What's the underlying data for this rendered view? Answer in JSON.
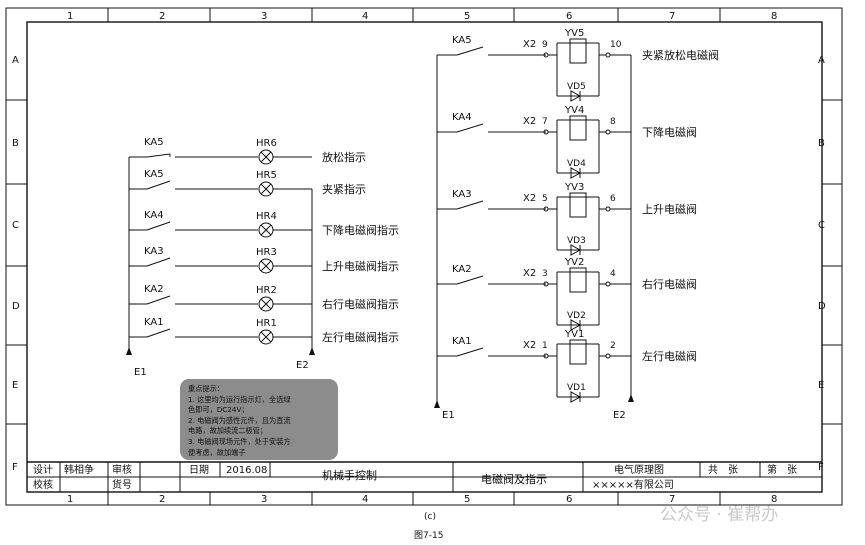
{
  "border": {
    "cols": [
      "1",
      "2",
      "3",
      "4",
      "5",
      "6",
      "7",
      "8"
    ],
    "rows": [
      "A",
      "B",
      "C",
      "D",
      "E",
      "F"
    ]
  },
  "left_circuit": {
    "rail_left": "E1",
    "rail_right": "E2",
    "rungs": [
      {
        "contact": "KA5",
        "lamp": "HR6",
        "label": "放松指示"
      },
      {
        "contact": "KA5",
        "lamp": "HR5",
        "label": "夹紧指示"
      },
      {
        "contact": "KA4",
        "lamp": "HR4",
        "label": "下降电磁阀指示"
      },
      {
        "contact": "KA3",
        "lamp": "HR3",
        "label": "上升电磁阀指示"
      },
      {
        "contact": "KA2",
        "lamp": "HR2",
        "label": "右行电磁阀指示"
      },
      {
        "contact": "KA1",
        "lamp": "HR1",
        "label": "左行电磁阀指示"
      }
    ]
  },
  "right_circuit": {
    "rail_left": "E1",
    "rail_right": "E2",
    "rungs": [
      {
        "contact": "KA5",
        "terminal": "X2",
        "t_in": "9",
        "coil": "YV5",
        "t_out": "10",
        "diode": "VD5",
        "label": "夹紧放松电磁阀"
      },
      {
        "contact": "KA4",
        "terminal": "X2",
        "t_in": "7",
        "coil": "YV4",
        "t_out": "8",
        "diode": "VD4",
        "label": "下降电磁阀"
      },
      {
        "contact": "KA3",
        "terminal": "X2",
        "t_in": "5",
        "coil": "YV3",
        "t_out": "6",
        "diode": "VD3",
        "label": "上升电磁阀"
      },
      {
        "contact": "KA2",
        "terminal": "X2",
        "t_in": "3",
        "coil": "YV2",
        "t_out": "4",
        "diode": "VD2",
        "label": "右行电磁阀"
      },
      {
        "contact": "KA1",
        "terminal": "X2",
        "t_in": "1",
        "coil": "YV1",
        "t_out": "2",
        "diode": "VD1",
        "label": "左行电磁阀"
      }
    ]
  },
  "note": {
    "title": "重点提示：",
    "lines": [
      "1. 这里均为运行指示灯，全选绿",
      "色即可，DC24V；",
      "2. 电磁阀为感性元件，且为直流",
      "电路，故加续流二极管；",
      "3. 电磁阀现场元件，处于安装方",
      "便考虑，故加端子"
    ]
  },
  "title_block": {
    "design_label": "设计",
    "designer": "韩相争",
    "review_label": "审核",
    "check_label": "校核",
    "goods_label": "货号",
    "date_label": "日期",
    "date": "2016.08",
    "project": "机械手控制",
    "drawing": "电磁阀及指示",
    "doc_type": "电气原理图",
    "company": "×××××有限公司",
    "total_label": "共　张",
    "sheet_label": "第　张"
  },
  "caption": "(c)",
  "figure": "图7-15",
  "watermark": "公众号 · 崔帮办"
}
